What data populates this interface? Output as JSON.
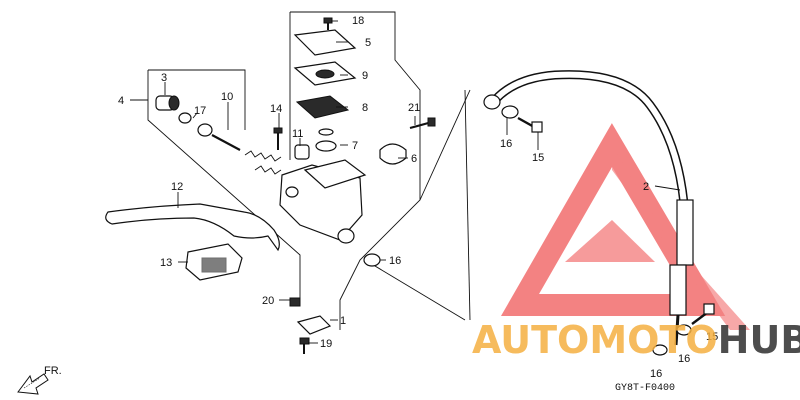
{
  "callouts": [
    "1",
    "2",
    "3",
    "4",
    "5",
    "6",
    "7",
    "8",
    "9",
    "10",
    "11",
    "12",
    "13",
    "14",
    "15",
    "16",
    "17",
    "18",
    "19",
    "20",
    "21"
  ],
  "callout_16": "16",
  "callout_15": "15",
  "direction_label": "FR.",
  "diagram_code": "GY8T-F0400",
  "watermark": {
    "text_orange": "AUTOMOTO",
    "text_dark": "HUB",
    "color_logo": "#f26d6d",
    "color_orange": "#f5b041",
    "color_dark": "#3a3a3a"
  }
}
